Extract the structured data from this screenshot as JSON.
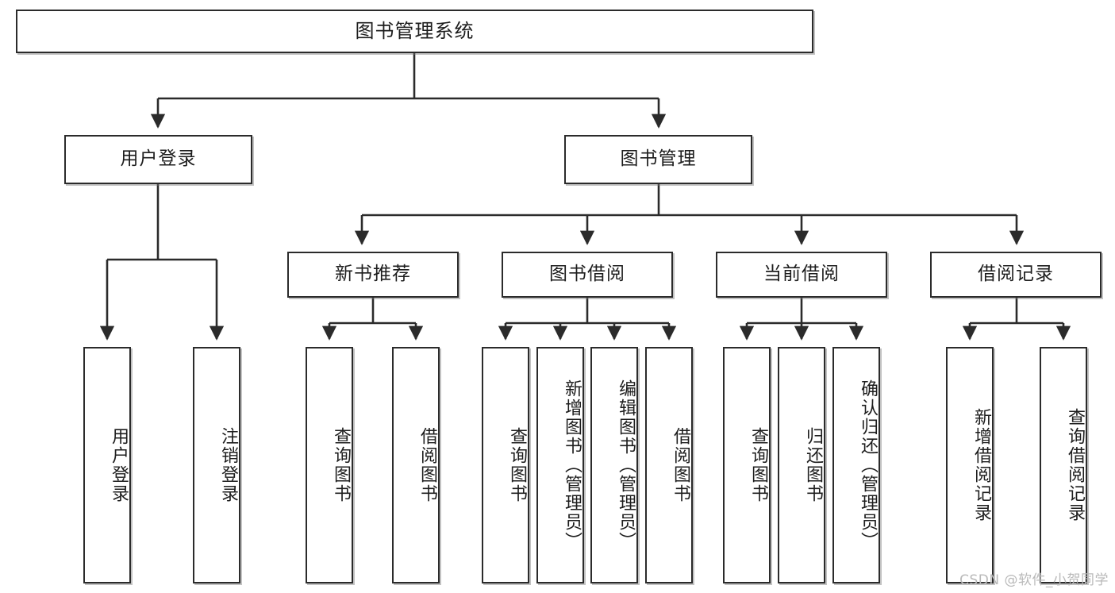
{
  "diagram": {
    "title": "图书管理系统",
    "type": "tree",
    "watermark": "CSDN @软件_小贺同学",
    "colors": {
      "box_border": "#2b2b2b",
      "box_fill": "#ffffff",
      "line": "#2b2b2b",
      "text": "#1d1d1d",
      "watermark": "#b9b9b9"
    },
    "nodes": {
      "root": {
        "label": "图书管理系统"
      },
      "level2": [
        {
          "id": "user-login",
          "label": "用户登录"
        },
        {
          "id": "book-manage",
          "label": "图书管理"
        }
      ],
      "level3": [
        {
          "id": "new-book-recommend",
          "label": "新书推荐"
        },
        {
          "id": "book-borrow",
          "label": "图书借阅"
        },
        {
          "id": "current-borrow",
          "label": "当前借阅"
        },
        {
          "id": "borrow-record",
          "label": "借阅记录"
        }
      ],
      "leaves": {
        "user-login": [
          {
            "id": "leaf-user-login",
            "label": "用户登录"
          },
          {
            "id": "leaf-logout-login",
            "label": "注销登录"
          }
        ],
        "new-book-recommend": [
          {
            "id": "leaf-query-book-1",
            "label": "查询图书"
          },
          {
            "id": "leaf-borrow-book-1",
            "label": "借阅图书"
          }
        ],
        "book-borrow": [
          {
            "id": "leaf-query-book-2",
            "label": "查询图书"
          },
          {
            "id": "leaf-add-book-admin",
            "label": "新增图书（管理员）"
          },
          {
            "id": "leaf-edit-book-admin",
            "label": "编辑图书（管理员）"
          },
          {
            "id": "leaf-borrow-book-2",
            "label": "借阅图书"
          }
        ],
        "current-borrow": [
          {
            "id": "leaf-query-book-3",
            "label": "查询图书"
          },
          {
            "id": "leaf-return-book",
            "label": "归还图书"
          },
          {
            "id": "leaf-confirm-return-admin",
            "label": "确认归还（管理员）"
          }
        ],
        "borrow-record": [
          {
            "id": "leaf-add-borrow-record",
            "label": "新增借阅记录"
          },
          {
            "id": "leaf-query-borrow-record",
            "label": "查询借阅记录"
          }
        ]
      }
    }
  }
}
